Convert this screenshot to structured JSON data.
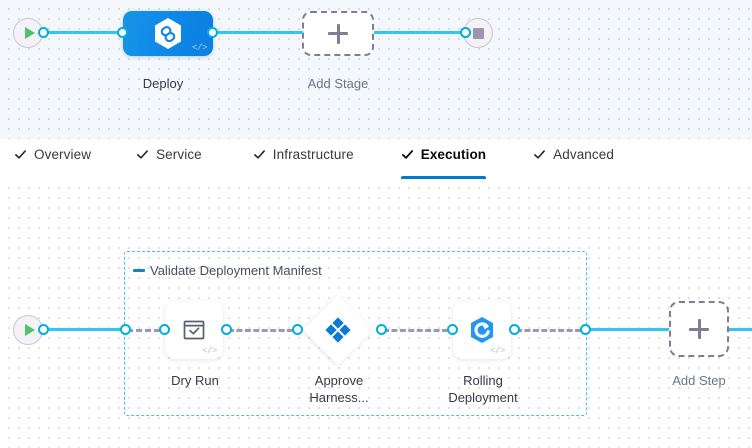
{
  "stage_canvas": {
    "start_node": {
      "icon": "play-icon"
    },
    "end_node": {
      "icon": "stop-icon"
    },
    "stage": {
      "label": "Deploy",
      "icon": "harness-cd-hexagon-icon",
      "badge": "code-icon"
    },
    "add_stage": {
      "label": "Add Stage",
      "icon": "plus-icon"
    }
  },
  "tabs": [
    {
      "label": "Overview",
      "icon": "check-icon",
      "active": false
    },
    {
      "label": "Service",
      "icon": "check-icon",
      "active": false
    },
    {
      "label": "Infrastructure",
      "icon": "check-icon",
      "active": false
    },
    {
      "label": "Execution",
      "icon": "check-icon",
      "active": true
    },
    {
      "label": "Advanced",
      "icon": "check-icon",
      "active": false
    }
  ],
  "steps_canvas": {
    "start_node": {
      "icon": "play-icon"
    },
    "group": {
      "title": "Validate Deployment Manifest",
      "collapse_icon": "minus-icon"
    },
    "steps": [
      {
        "label": "Dry Run",
        "icon": "clipboard-check-icon",
        "shape": "rounded-square",
        "badge": "code-icon"
      },
      {
        "label": "Approve\nHarness...",
        "icon": "harness-diamond-icon",
        "shape": "diamond",
        "badge": ""
      },
      {
        "label": "Rolling\nDeployment",
        "icon": "rolling-deployment-icon",
        "shape": "rounded-square",
        "badge": "code-icon"
      }
    ],
    "add_step": {
      "label": "Add Step",
      "icon": "plus-icon"
    }
  },
  "colors": {
    "accent_blue": "#0278d5",
    "link_blue": "#33c5f3",
    "port_ring": "#00ade4",
    "group_border": "#43c0ef",
    "dashed_link": "#9b9bb0",
    "stage_fill": "#0d87e9",
    "play_green": "#4dc36a",
    "stop_gray": "#9a96ae",
    "stage_canvas_bg": "#f4f8fc",
    "steps_canvas_bg": "#ffffff"
  }
}
